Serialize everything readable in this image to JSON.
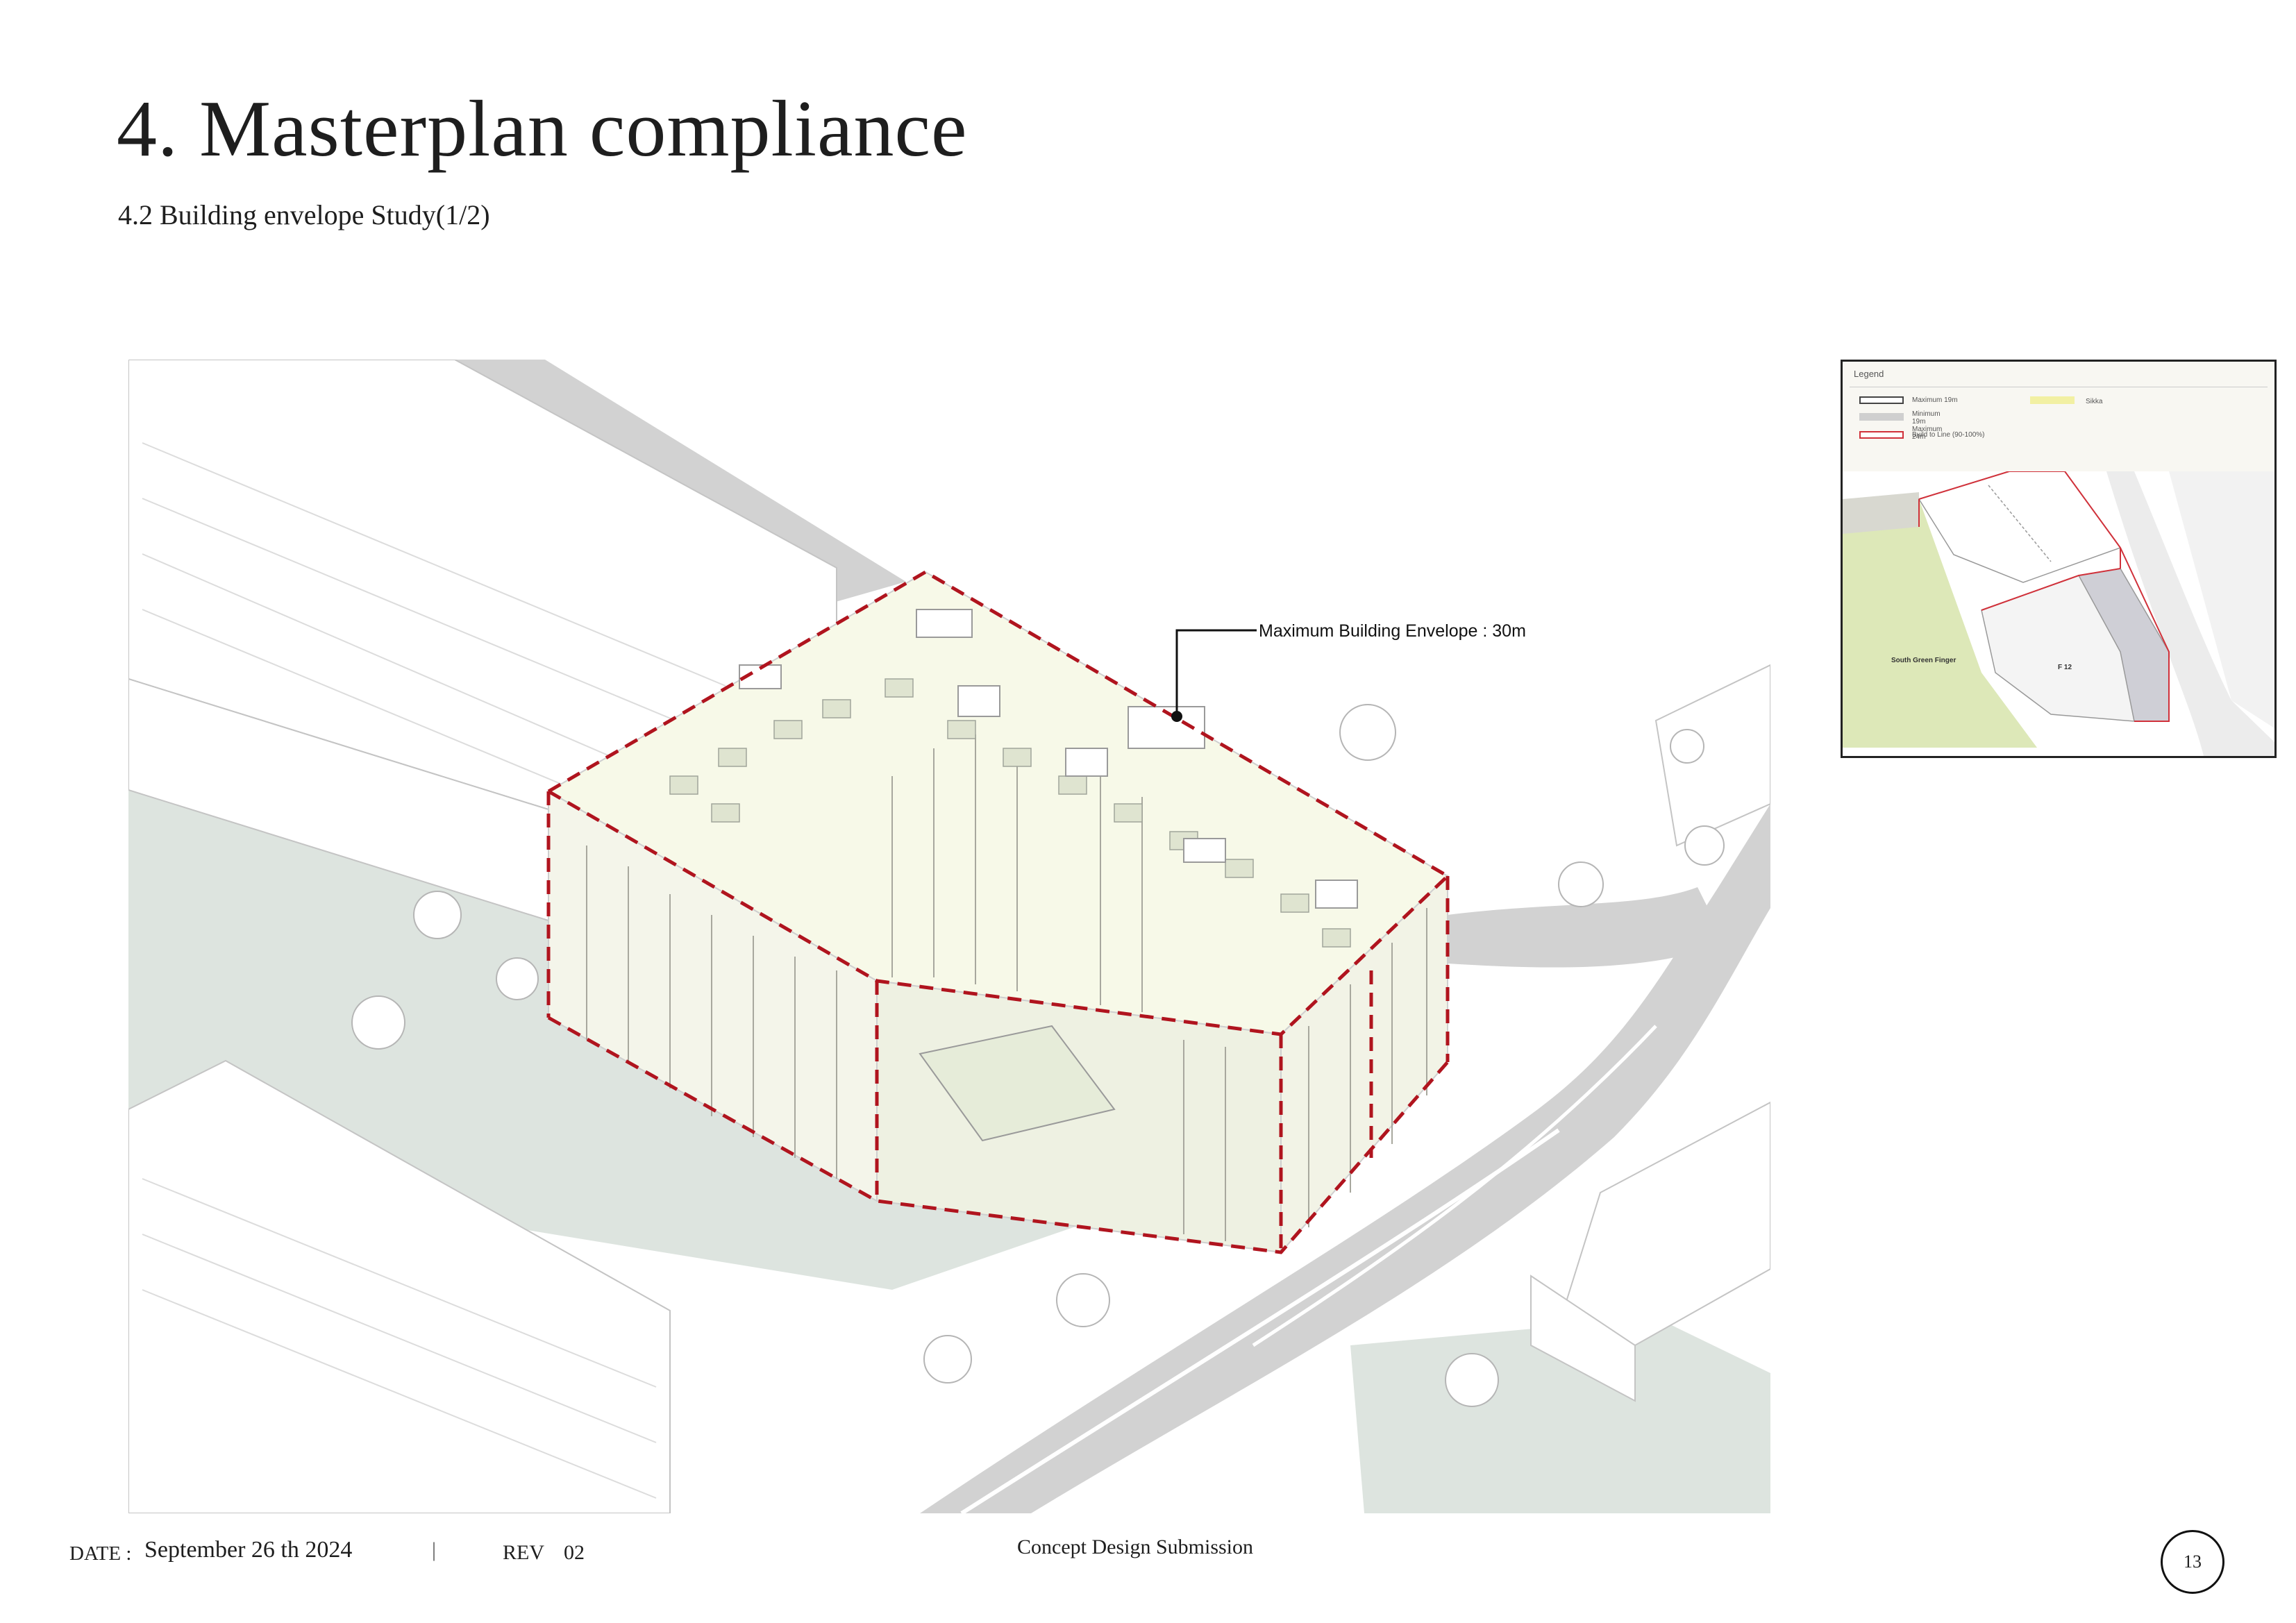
{
  "header": {
    "title": "4. Masterplan compliance",
    "subtitle": "4.2  Building envelope Study(1/2)"
  },
  "main_drawing": {
    "callout": "Maximum Building Envelope : 30m",
    "envelope_color": "#b0141e"
  },
  "legend": {
    "title": "Legend",
    "items": [
      {
        "label": "Maximum 19m",
        "swatch": "outline"
      },
      {
        "label": "Minimum 19m Maximum 24m",
        "swatch": "grey"
      },
      {
        "label": "Build to Line (90-100%)",
        "swatch": "red-outline"
      },
      {
        "label": "Sikka",
        "swatch": "yellow"
      }
    ],
    "map_labels": {
      "green": "South Green Finger",
      "plot": "F 12"
    }
  },
  "footer": {
    "date_label": "DATE :",
    "date": "September 26 th 2024",
    "separator": "|",
    "rev_label": "REV",
    "rev": "02",
    "center": "Concept Design Submission",
    "page_number": "13"
  }
}
